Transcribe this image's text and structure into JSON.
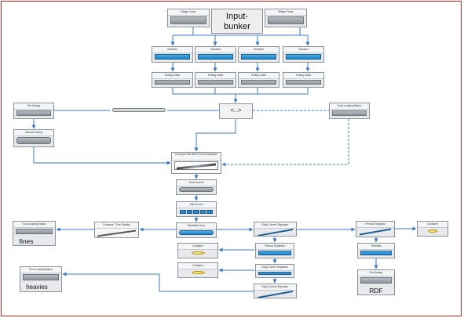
{
  "title_node": {
    "line1": "Input-",
    "line2": "bunker"
  },
  "bridge_cranes": [
    "Bridge Crane",
    "Bridge Crane"
  ],
  "shredders": [
    "Shredder",
    "Shredder",
    "Shredder",
    "Shredder"
  ],
  "sorting_cabins": [
    "Sorting Cabin",
    "Sorting Cabin",
    "Sorting Cabin",
    "Sorting Cabin"
  ],
  "merge_node": {
    "label": "<...>"
  },
  "left_branch": {
    "top": "Pre-Sorting",
    "bottom": "Manual Sorting"
  },
  "right_truck": "Truck Loading Station",
  "conveyor": "Conveyor Belt With Ferrous Separator",
  "mid_chain": [
    "Drum Screen",
    "Star Screen",
    "Windsifter Drum"
  ],
  "fines_block": {
    "caption": "Truck Loading Station",
    "label": "fines"
  },
  "fines_belt": "Conveyor - Fine Fraction",
  "eddy_chain": [
    "Eddy Current Separator",
    "Ferrous Separator",
    "Eddy Current Separator",
    "Eddy Current Separator"
  ],
  "containers": [
    "Container",
    "Container"
  ],
  "heavies_block": {
    "caption": "Truck Loading Station",
    "label": "heavies"
  },
  "right_chain": {
    "separator": "Ferrous Separator",
    "container": "Container",
    "shredder": "Shredder"
  },
  "rdf_block": {
    "caption": "Pre-Sorting",
    "label": "RDF"
  },
  "colors": {
    "frame": "#d42020",
    "wire": "#3b78c6",
    "blue_equipment": "#2a86cc",
    "container": "#e8c21a"
  }
}
